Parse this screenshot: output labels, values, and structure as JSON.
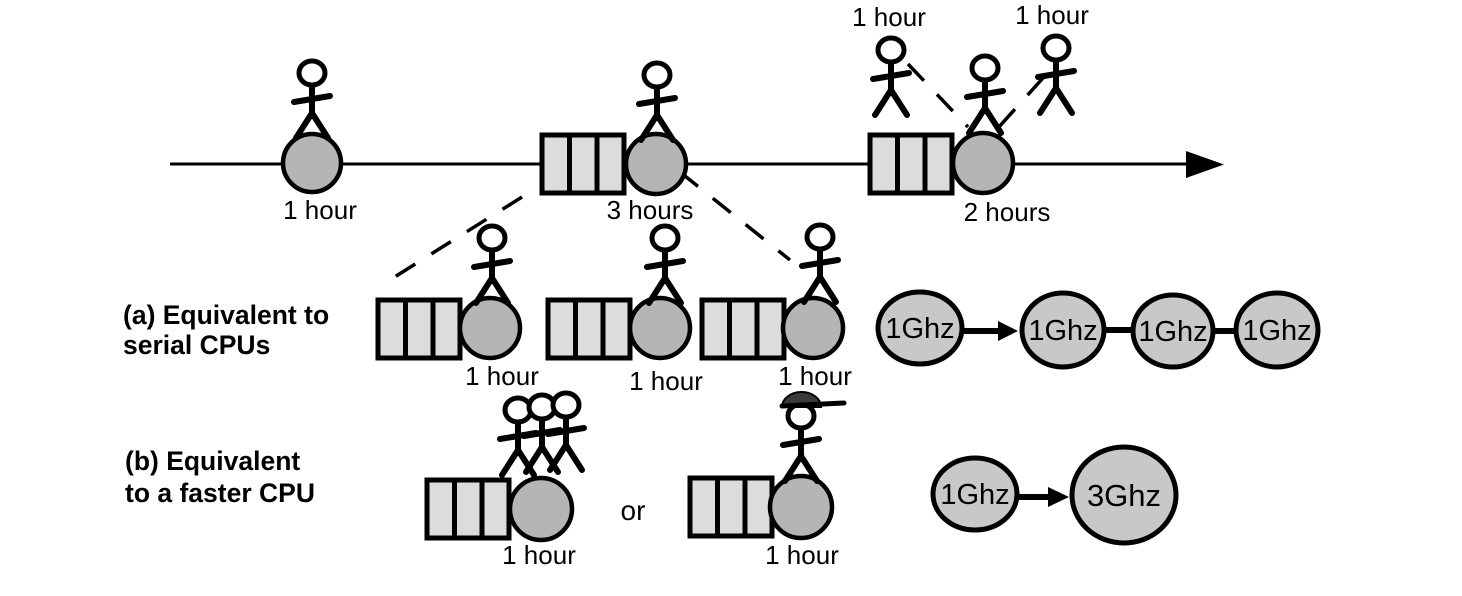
{
  "colors": {
    "queue_fill": "#dcdcdc",
    "server_fill": "#b5b5b5",
    "cpu_fill": "#c8c8c8",
    "outline": "#000000",
    "hat_fill": "#3a3a3a",
    "background": "#ffffff"
  },
  "icons": {
    "worker_icon": "stick-figure person",
    "queue_icon": "three-slot waiting queue",
    "server_icon": "gray service-station circle",
    "flow_arrow_icon": "right-pointing timeline arrow",
    "transform_arrow_icon": "right-pointing equivalence arrow",
    "hat_icon": "supervisor cap on worker"
  },
  "timeline": {
    "station_simple": {
      "label": "1 hour"
    },
    "station_queue_3h": {
      "label": "3 hours"
    },
    "station_queue_2h": {
      "label": "2 hours"
    },
    "helper_left": {
      "label": "1 hour"
    },
    "helper_right": {
      "label": "1 hour"
    }
  },
  "row_a": {
    "caption": {
      "line1": "(a) Equivalent to",
      "line2": "serial CPUs"
    },
    "units": [
      {
        "label": "1 hour"
      },
      {
        "label": "1 hour"
      },
      {
        "label": "1 hour"
      }
    ],
    "cpu_single": {
      "label": "1Ghz"
    },
    "cpu_chain": [
      {
        "label": "1Ghz"
      },
      {
        "label": "1Ghz"
      },
      {
        "label": "1Ghz"
      }
    ]
  },
  "row_b": {
    "caption": {
      "line1": "(b) Equivalent",
      "line2": "to a faster CPU"
    },
    "unit_multi_worker": {
      "label": "1 hour",
      "worker_count": 3
    },
    "or_label": "or",
    "unit_fast_worker": {
      "label": "1 hour",
      "worker_count": 1,
      "has_hat": true
    },
    "cpu_single": {
      "label": "1Ghz"
    },
    "cpu_fast": {
      "label": "3Ghz"
    }
  }
}
